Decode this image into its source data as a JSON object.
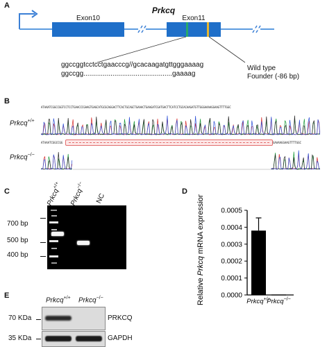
{
  "panelA": {
    "letter": "A",
    "gene_title": "Prkcq",
    "exon10_label": "Exon10",
    "exon11_label": "Exon11",
    "wildtype_seq": "ggccggtcctcctgaacccg//gcacaagatgttgggaaaag",
    "founder_seq": "ggccgg..............................................gaaaag",
    "wildtype_label": "Wild type",
    "founder_label": "Founder (-86 bp)"
  },
  "panelB": {
    "letter": "B",
    "wt_seq_text": "ATAAATCGGCCGGTCCTCCTGAACCCGAAGTGAGCATGCGCAGGACTTCACTGCAGCTGAAACTGAAGATCGATGACTTCATCCTGCACAAGATGTTGGGAAAAGGAAGTTTTGGC",
    "ko_seq_left": "ATAAATCGGCCGG",
    "ko_seq_right": "GAAAAGGAAGTTTTGGC",
    "wt_genotype": "Prkcq",
    "wt_sup": "+/+",
    "ko_genotype": "Prkcq",
    "ko_sup": "−/−"
  },
  "panelC": {
    "letter": "C",
    "lanes": [
      {
        "label": "Prkcq",
        "sup": "+/+"
      },
      {
        "label": "Prkcq",
        "sup": "−/−"
      },
      {
        "label": "NC",
        "sup": ""
      }
    ],
    "markers": [
      "700 bp",
      "500 bp",
      "400 bp"
    ]
  },
  "panelD": {
    "letter": "D"
  },
  "panelE": {
    "letter": "E",
    "lane_labels": [
      {
        "label": "Prkcq",
        "sup": "+/+"
      },
      {
        "label": "Prkcq",
        "sup": "−/−"
      }
    ],
    "mw_labels": [
      "70 KDa",
      "35 KDa"
    ],
    "band_labels": [
      "PRKCQ",
      "GAPDH"
    ]
  },
  "chart_data": {
    "type": "bar",
    "categories": [
      "Prkcq+/+",
      "Prkcq−/−"
    ],
    "values": [
      0.00038,
      0.0
    ],
    "errors": [
      7.5e-05,
      0.0
    ],
    "ylabel_prefix": "Relative ",
    "ylabel_italic": "Prkcq",
    "ylabel_suffix": " mRNA expression",
    "ylim": [
      0,
      0.0005
    ],
    "yticks": [
      "0.0000",
      "0.0001",
      "0.0002",
      "0.0003",
      "0.0004",
      "0.0005"
    ],
    "tick_values": [
      0,
      0.0001,
      0.0002,
      0.0003,
      0.0004,
      0.0005
    ],
    "bar_color": "#000000"
  }
}
